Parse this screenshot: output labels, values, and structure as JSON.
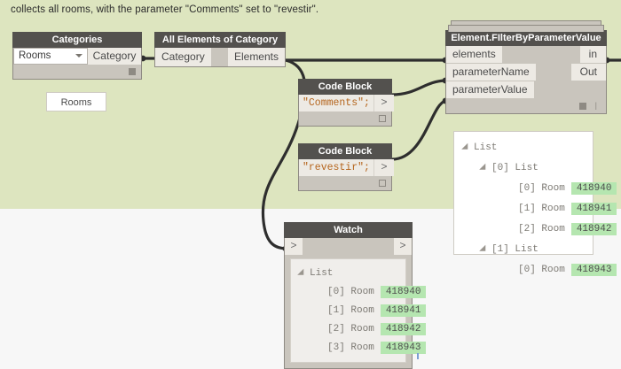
{
  "caption": "collects all rooms, with the parameter \"Comments\" set to \"revestir\".",
  "colors": {
    "workspace_green": "#dde5bf",
    "canvas_gray": "#f7f7f7",
    "node_header": "#53514e",
    "node_body": "#c9c5bd",
    "port": "#edeae4",
    "wire": "#2e2e2e",
    "value_highlight": "#b5e6b0",
    "code_text": "#b5651d"
  },
  "nodes": {
    "categories": {
      "title": "Categories",
      "dropdown_value": "Rooms",
      "output_label": "Category",
      "preview_value": "Rooms"
    },
    "all_elements_of_category": {
      "title": "All Elements of Category",
      "input_label": "Category",
      "output_label": "Elements"
    },
    "code_block_1": {
      "title": "Code Block",
      "code": "\"Comments\";",
      "output_label": ">"
    },
    "code_block_2": {
      "title": "Code Block",
      "code": "\"revestir\";",
      "output_label": ">"
    },
    "filter": {
      "title": "Element.FIlterByParameterValue",
      "inputs": [
        "elements",
        "parameterName",
        "parameterValue"
      ],
      "outputs": [
        "in",
        "Out"
      ]
    },
    "watch": {
      "title": "Watch",
      "input_label": ">",
      "output_label": ">"
    }
  },
  "filter_preview": {
    "rows": [
      {
        "indent": 0,
        "arrow": true,
        "label": "List",
        "value": ""
      },
      {
        "indent": 1,
        "arrow": true,
        "label": "[0] List",
        "value": ""
      },
      {
        "indent": 2,
        "arrow": false,
        "label": "[0] Room",
        "value": "418940"
      },
      {
        "indent": 2,
        "arrow": false,
        "label": "[1] Room",
        "value": "418941"
      },
      {
        "indent": 2,
        "arrow": false,
        "label": "[2] Room",
        "value": "418942"
      },
      {
        "indent": 1,
        "arrow": true,
        "label": "[1] List",
        "value": ""
      },
      {
        "indent": 2,
        "arrow": false,
        "label": "[0] Room",
        "value": "418943"
      }
    ]
  },
  "watch_preview": {
    "rows": [
      {
        "indent": 0,
        "arrow": true,
        "label": "List",
        "value": ""
      },
      {
        "indent": 1,
        "arrow": false,
        "label": "[0] Room",
        "value": "418940"
      },
      {
        "indent": 1,
        "arrow": false,
        "label": "[1] Room",
        "value": "418941"
      },
      {
        "indent": 1,
        "arrow": false,
        "label": "[2] Room",
        "value": "418942"
      },
      {
        "indent": 1,
        "arrow": false,
        "label": "[3] Room",
        "value": "418943"
      }
    ]
  }
}
